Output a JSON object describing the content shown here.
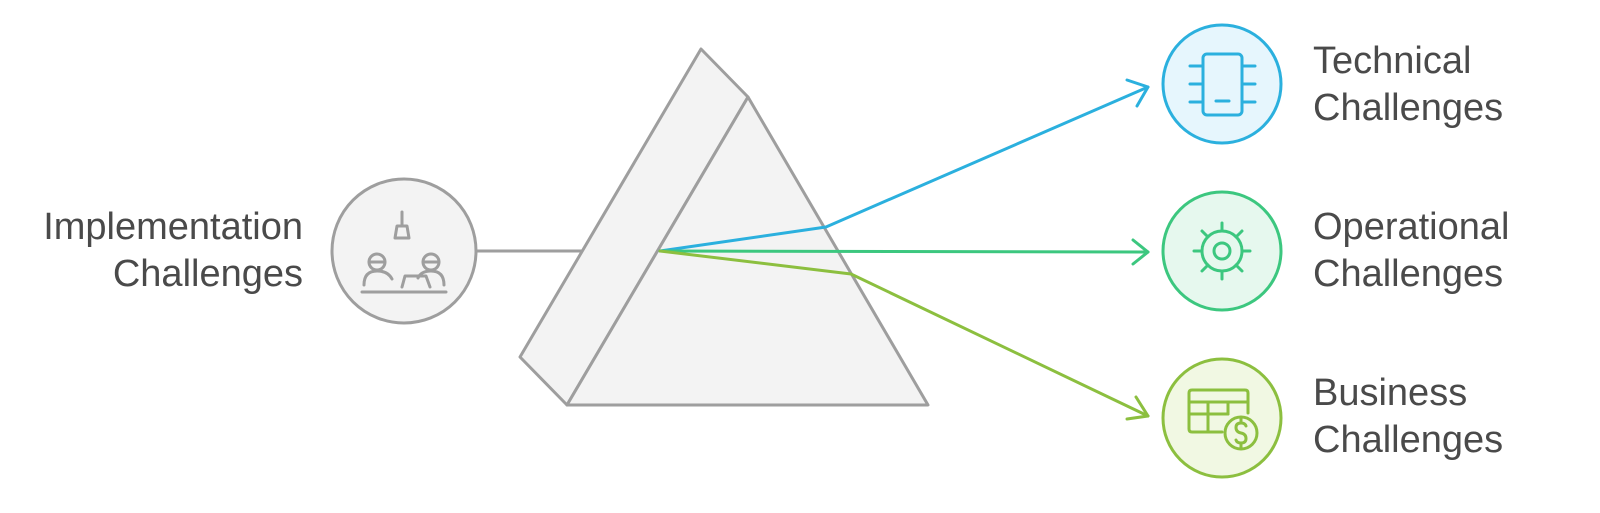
{
  "source": {
    "name": "source-node",
    "lines": [
      "Implementation",
      "Challenges"
    ],
    "icon": "team-meeting-icon",
    "color": "#9e9e9e",
    "fill": "#f3f3f3"
  },
  "outputs": [
    {
      "name": "technical",
      "lines": [
        "Technical",
        "Challenges"
      ],
      "icon": "microchip-icon",
      "color": "#2bb0de",
      "fill": "#e6f6fd"
    },
    {
      "name": "operational",
      "lines": [
        "Operational",
        "Challenges"
      ],
      "icon": "gear-icon",
      "color": "#3cc77f",
      "fill": "#e6f8ee"
    },
    {
      "name": "business",
      "lines": [
        "Business",
        "Challenges"
      ],
      "icon": "spreadsheet-dollar-icon",
      "color": "#8cbf3f",
      "fill": "#f1f8e3"
    }
  ],
  "prism": {
    "stroke": "#9e9e9e",
    "fill": "#f3f3f3"
  }
}
